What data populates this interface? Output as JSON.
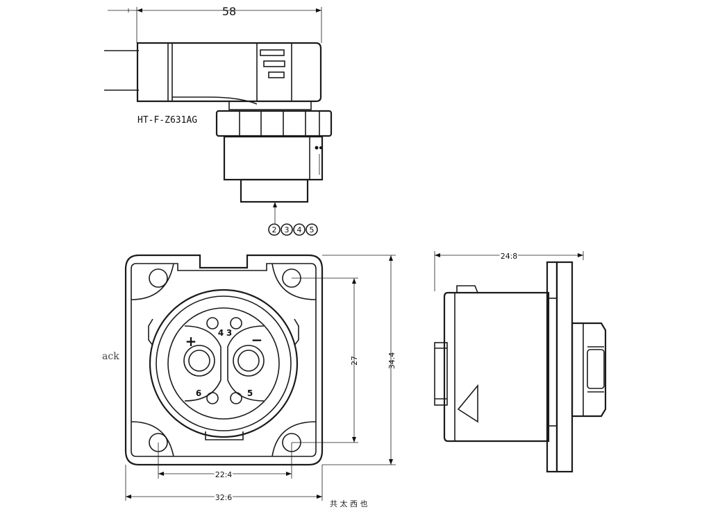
{
  "top_view": {
    "model_label": "HT-F-Z631AG",
    "dim_width": "58",
    "balloons": [
      "2",
      "3",
      "4",
      "5"
    ]
  },
  "front_view": {
    "pins": {
      "p4": "4",
      "p3": "3",
      "p6": "6",
      "p5": "5",
      "plus": "+",
      "minus": "−"
    },
    "dim_hole_v": "27",
    "dim_height": "34.4",
    "dim_hole_h": "22.4",
    "dim_width": "32.6"
  },
  "side_view": {
    "dim_depth": "24.8"
  },
  "fragments": {
    "left_text": "ack",
    "bottom_text": "共 太 西 也"
  }
}
